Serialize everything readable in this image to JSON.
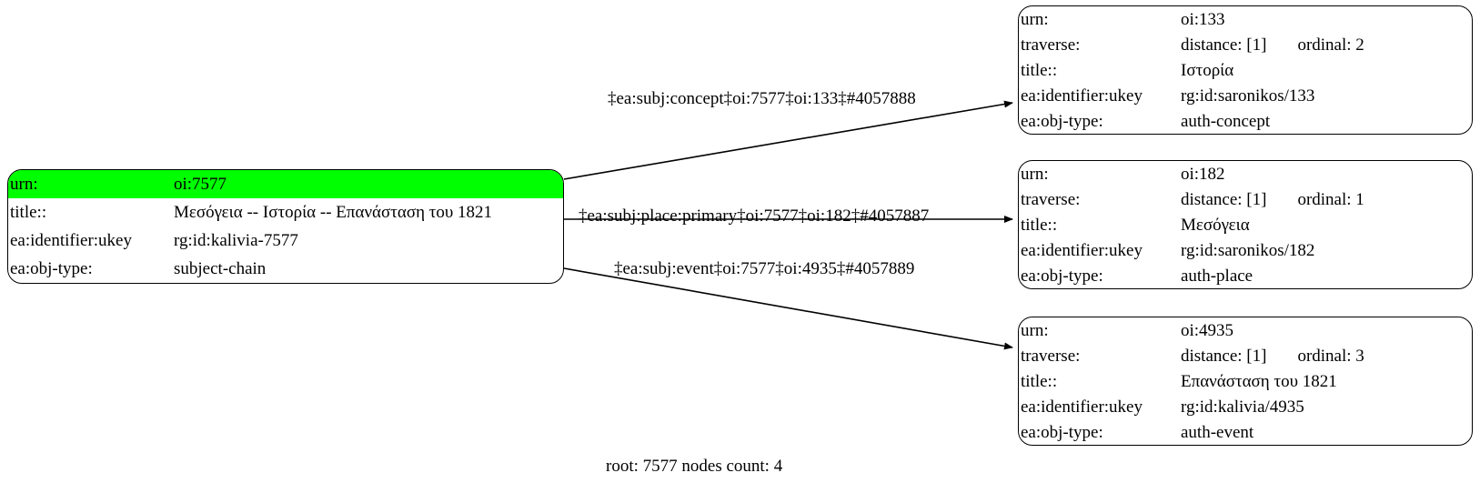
{
  "graph": {
    "caption": "root: 7577 nodes count: 4",
    "highlight_color": "#00ff00",
    "edge_color": "#000000",
    "node_border_color": "#000000",
    "node_fill_color": "#ffffff"
  },
  "root_node": {
    "rows": [
      {
        "key": "urn:",
        "value": "oi:7577"
      },
      {
        "key": "title::",
        "value": "Μεσόγεια -- Ιστορία -- Επανάσταση του 1821"
      },
      {
        "key": "ea:identifier:ukey",
        "value": "rg:id:kalivia-7577"
      },
      {
        "key": "ea:obj-type:",
        "value": "subject-chain"
      }
    ]
  },
  "target_nodes": [
    {
      "id": "node-oi-133",
      "rows": [
        {
          "key": "urn:",
          "value": "oi:133"
        },
        {
          "key": "traverse:",
          "value": "distance: [1]",
          "value2": "ordinal: 2"
        },
        {
          "key": "title::",
          "value": "Ιστορία"
        },
        {
          "key": "ea:identifier:ukey",
          "value": "rg:id:saronikos/133"
        },
        {
          "key": "ea:obj-type:",
          "value": "auth-concept"
        }
      ]
    },
    {
      "id": "node-oi-182",
      "rows": [
        {
          "key": "urn:",
          "value": "oi:182"
        },
        {
          "key": "traverse:",
          "value": "distance: [1]",
          "value2": "ordinal: 1"
        },
        {
          "key": "title::",
          "value": "Μεσόγεια"
        },
        {
          "key": "ea:identifier:ukey",
          "value": "rg:id:saronikos/182"
        },
        {
          "key": "ea:obj-type:",
          "value": "auth-place"
        }
      ]
    },
    {
      "id": "node-oi-4935",
      "rows": [
        {
          "key": "urn:",
          "value": "oi:4935"
        },
        {
          "key": "traverse:",
          "value": "distance: [1]",
          "value2": "ordinal: 3"
        },
        {
          "key": "title::",
          "value": "Επανάσταση του 1821"
        },
        {
          "key": "ea:identifier:ukey",
          "value": "rg:id:kalivia/4935"
        },
        {
          "key": "ea:obj-type:",
          "value": "auth-event"
        }
      ]
    }
  ],
  "edges": [
    {
      "id": "edge-concept",
      "label": "‡ea:subj:concept‡oi:7577‡oi:133‡#4057888"
    },
    {
      "id": "edge-place-primary",
      "label": "‡ea:subj:place:primary‡oi:7577‡oi:182‡#4057887"
    },
    {
      "id": "edge-event",
      "label": "‡ea:subj:event‡oi:7577‡oi:4935‡#4057889"
    }
  ]
}
